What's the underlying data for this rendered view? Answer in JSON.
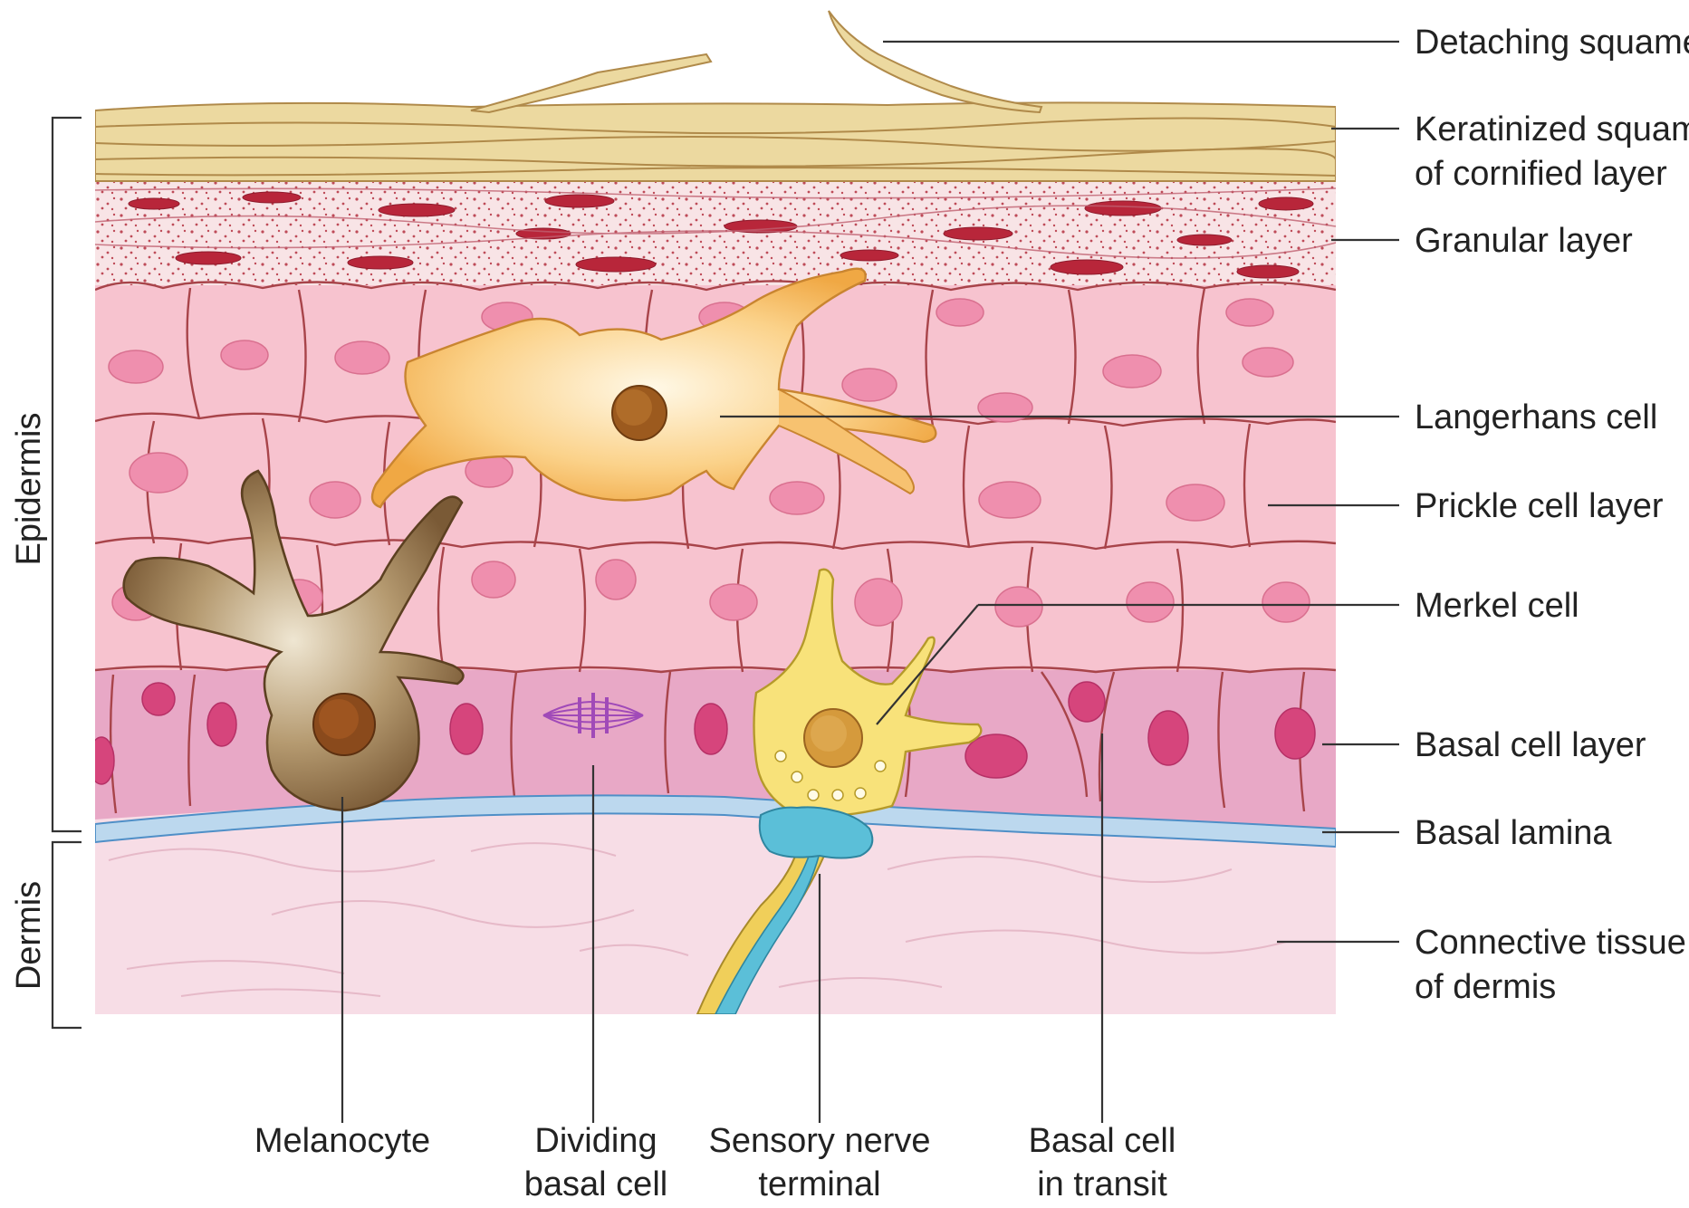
{
  "labels": {
    "detaching_squame": "Detaching squame",
    "keratinized_line1": "Keratinized squame",
    "keratinized_line2": "of cornified layer",
    "granular_layer": "Granular layer",
    "langerhans_cell": "Langerhans cell",
    "prickle_cell_layer": "Prickle cell layer",
    "merkel_cell": "Merkel cell",
    "basal_cell_layer": "Basal cell layer",
    "basal_lamina": "Basal lamina",
    "connective_line1": "Connective tissue",
    "connective_line2": "of dermis",
    "melanocyte": "Melanocyte",
    "dividing_line1": "Dividing",
    "dividing_line2": "basal cell",
    "sensory_line1": "Sensory nerve",
    "sensory_line2": "terminal",
    "transit_line1": "Basal cell",
    "transit_line2": "in transit"
  },
  "brackets": {
    "epidermis": "Epidermis",
    "dermis": "Dermis"
  },
  "colors": {
    "cornified": "#ecd9a0",
    "granular": "#f6e2e4",
    "prickle": "#f7c3cf",
    "basal": "#e8a8c6",
    "lamina": "#bcd8ee",
    "dermis": "#f7dde6",
    "langerhans": "#f5c46e",
    "melanocyte": "#8a6a45",
    "merkel": "#f8e27a",
    "nerve": "#5bbfd8"
  }
}
